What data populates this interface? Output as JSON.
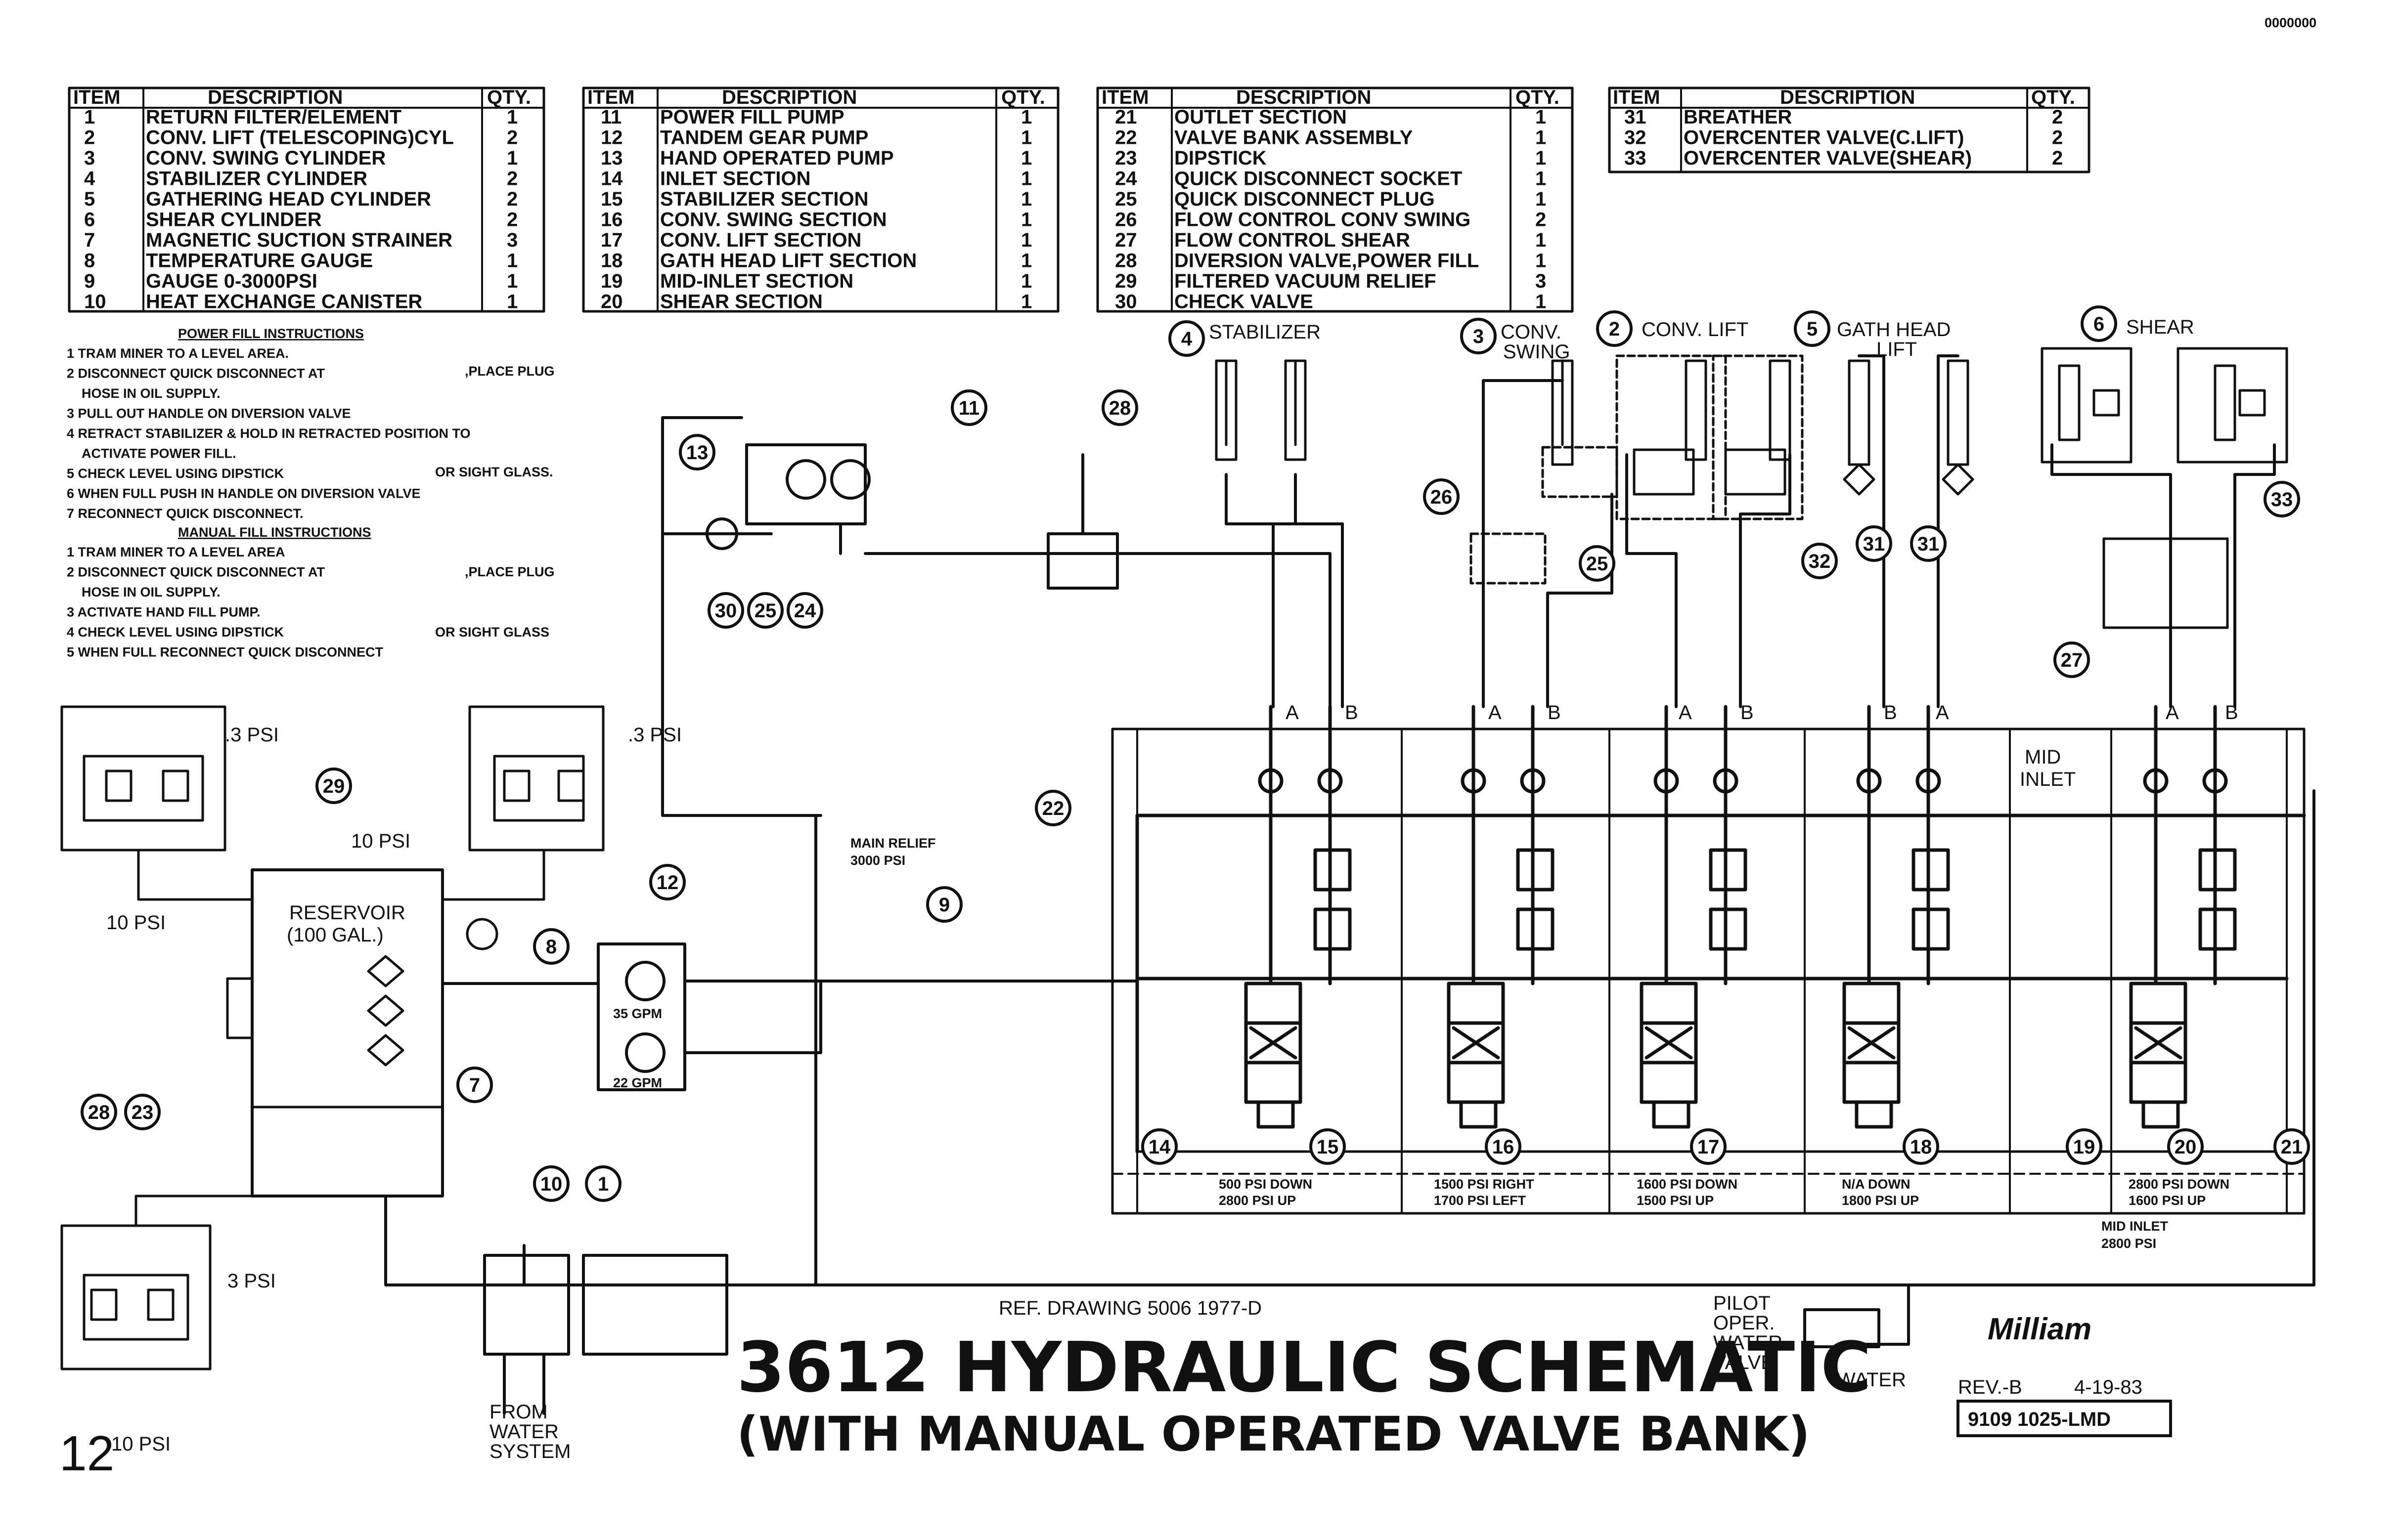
{
  "corner_mark": "0000000",
  "tables": [
    {
      "headers": [
        "ITEM",
        "DESCRIPTION",
        "QTY."
      ],
      "rows": [
        [
          "1",
          "RETURN FILTER/ELEMENT",
          "1"
        ],
        [
          "2",
          "CONV. LIFT (TELESCOPING)CYL",
          "2"
        ],
        [
          "3",
          "CONV. SWING CYLINDER",
          "1"
        ],
        [
          "4",
          "STABILIZER CYLINDER",
          "2"
        ],
        [
          "5",
          "GATHERING HEAD CYLINDER",
          "2"
        ],
        [
          "6",
          "SHEAR CYLINDER",
          "2"
        ],
        [
          "7",
          "MAGNETIC SUCTION STRAINER",
          "3"
        ],
        [
          "8",
          "TEMPERATURE GAUGE",
          "1"
        ],
        [
          "9",
          "GAUGE 0-3000PSI",
          "1"
        ],
        [
          "10",
          "HEAT EXCHANGE CANISTER",
          "1"
        ]
      ]
    },
    {
      "headers": [
        "ITEM",
        "DESCRIPTION",
        "QTY."
      ],
      "rows": [
        [
          "11",
          "POWER FILL PUMP",
          "1"
        ],
        [
          "12",
          "TANDEM GEAR PUMP",
          "1"
        ],
        [
          "13",
          "HAND OPERATED PUMP",
          "1"
        ],
        [
          "14",
          "INLET SECTION",
          "1"
        ],
        [
          "15",
          "STABILIZER SECTION",
          "1"
        ],
        [
          "16",
          "CONV. SWING SECTION",
          "1"
        ],
        [
          "17",
          "CONV. LIFT SECTION",
          "1"
        ],
        [
          "18",
          "GATH HEAD LIFT SECTION",
          "1"
        ],
        [
          "19",
          "MID-INLET SECTION",
          "1"
        ],
        [
          "20",
          "SHEAR SECTION",
          "1"
        ]
      ]
    },
    {
      "headers": [
        "ITEM",
        "DESCRIPTION",
        "QTY."
      ],
      "rows": [
        [
          "21",
          "OUTLET SECTION",
          "1"
        ],
        [
          "22",
          "VALVE BANK ASSEMBLY",
          "1"
        ],
        [
          "23",
          "DIPSTICK",
          "1"
        ],
        [
          "24",
          "QUICK DISCONNECT SOCKET",
          "1"
        ],
        [
          "25",
          "QUICK DISCONNECT PLUG",
          "1"
        ],
        [
          "26",
          "FLOW CONTROL CONV SWING",
          "2"
        ],
        [
          "27",
          "FLOW CONTROL SHEAR",
          "1"
        ],
        [
          "28",
          "DIVERSION VALVE,POWER FILL",
          "1"
        ],
        [
          "29",
          "FILTERED VACUUM RELIEF",
          "3"
        ],
        [
          "30",
          "CHECK VALVE",
          "1"
        ]
      ]
    },
    {
      "headers": [
        "ITEM",
        "DESCRIPTION",
        "QTY."
      ],
      "rows": [
        [
          "31",
          "BREATHER",
          "2"
        ],
        [
          "32",
          "OVERCENTER VALVE(C.LIFT)",
          "2"
        ],
        [
          "33",
          "OVERCENTER VALVE(SHEAR)",
          "2"
        ]
      ]
    }
  ],
  "power_fill": {
    "heading": "POWER FILL INSTRUCTIONS",
    "lines": [
      "1 TRAM MINER TO A LEVEL AREA.",
      "2 DISCONNECT QUICK DISCONNECT AT",
      "HOSE IN OIL SUPPLY.",
      "3 PULL OUT HANDLE ON DIVERSION VALVE",
      "4 RETRACT STABILIZER & HOLD IN RETRACTED POSITION TO",
      "ACTIVATE POWER FILL.",
      "5 CHECK LEVEL USING DIPSTICK",
      "6 WHEN FULL PUSH IN HANDLE ON DIVERSION VALVE",
      "7 RECONNECT QUICK DISCONNECT."
    ],
    "plug_text": ",PLACE PLUG",
    "glass_text": "OR SIGHT GLASS."
  },
  "manual_fill": {
    "heading": "MANUAL FILL INSTRUCTIONS",
    "lines": [
      "1 TRAM MINER TO A LEVEL AREA",
      "2 DISCONNECT QUICK DISCONNECT AT",
      "HOSE IN OIL SUPPLY.",
      "3 ACTIVATE HAND FILL PUMP.",
      "4 CHECK LEVEL USING DIPSTICK",
      "5 WHEN FULL RECONNECT QUICK DISCONNECT"
    ],
    "plug_text": ",PLACE PLUG",
    "glass_text": "OR SIGHT GLASS"
  },
  "cylinders": {
    "stabilizer": "STABILIZER",
    "conv_swing_1": "CONV.",
    "conv_swing_2": "SWING",
    "conv_lift": "CONV. LIFT",
    "gath_head_1": "GATH HEAD",
    "gath_head_2": "LIFT",
    "shear": "SHEAR"
  },
  "ports": [
    "A",
    "B",
    "A",
    "B",
    "A",
    "B",
    "B",
    "A",
    "A",
    "B"
  ],
  "pressures": {
    "psi_3": ".3 PSI",
    "psi_10": "10 PSI",
    "psi_3b": "3 PSI",
    "main_relief_1": "MAIN RELIEF",
    "main_relief_2": "3000 PSI",
    "mid_inlet_1": "MID",
    "mid_inlet_2": "INLET",
    "mid_inlet_note_1": "MID INLET",
    "mid_inlet_note_2": "2800 PSI"
  },
  "reservoir": {
    "line1": "RESERVOIR",
    "line2": "(100 GAL.)"
  },
  "pump": {
    "gpm_top": "35 GPM",
    "gpm_bottom": "22 GPM"
  },
  "section_notes": [
    [
      "500 PSI DOWN",
      "2800 PSI UP"
    ],
    [
      "1500 PSI RIGHT",
      "1700 PSI LEFT"
    ],
    [
      "1600 PSI DOWN",
      "1500 PSI UP"
    ],
    [
      "N/A DOWN",
      "1800 PSI UP"
    ],
    [
      "2800 PSI DOWN",
      "1600 PSI UP"
    ]
  ],
  "water": {
    "from_1": "FROM",
    "from_2": "WATER",
    "from_3": "SYSTEM",
    "pilot_1": "PILOT",
    "pilot_2": "OPER.",
    "pilot_3": "WATER",
    "pilot_4": "VALVE",
    "water": "WATER"
  },
  "title_block": {
    "ref": "REF. DRAWING 5006 1977-D",
    "title": "3612 HYDRAULIC SCHEMATIC",
    "subtitle": "(WITH MANUAL OPERATED VALVE BANK)",
    "logo": "Milliam",
    "rev": "REV.-B",
    "date": "4-19-83",
    "number": "9109 1025-LMD"
  },
  "page_number": "12"
}
